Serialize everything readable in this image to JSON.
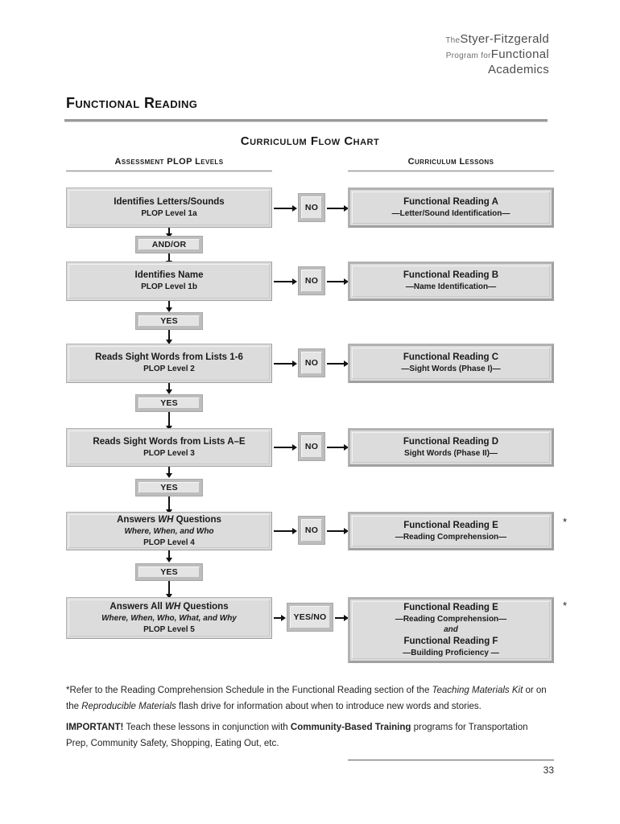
{
  "brand": {
    "line1_small": "The",
    "line1_big": "Styer-Fitzgerald",
    "line2_small": "Program for",
    "line2_big": "Functional",
    "line3_big": "Academics"
  },
  "header": {
    "page_title": "Functional Reading",
    "chart_title": "Curriculum Flow Chart",
    "column_left": "Assessment PLOP Levels",
    "column_right": "Curriculum Lessons"
  },
  "flow": {
    "assessments": [
      {
        "id": "plop-1a",
        "title": "Identifies Letters/Sounds",
        "level": "PLOP Level 1a",
        "italic_line": ""
      },
      {
        "id": "plop-1b",
        "title": "Identifies Name",
        "level": "PLOP Level 1b",
        "italic_line": ""
      },
      {
        "id": "plop-2",
        "title": "Reads Sight Words from Lists 1-6",
        "level": "PLOP Level 2",
        "italic_line": ""
      },
      {
        "id": "plop-3",
        "title": "Reads Sight Words from Lists A–E",
        "level": "PLOP Level 3",
        "italic_line": ""
      },
      {
        "id": "plop-4",
        "title_pre": "Answers ",
        "title_em": "WH",
        "title_post": " Questions",
        "italic_line": "Where, When, and Who",
        "level": "PLOP Level 4"
      },
      {
        "id": "plop-5",
        "title_pre": "Answers All ",
        "title_em": "WH",
        "title_post": " Questions",
        "italic_line": "Where, When, Who, What, and Why",
        "level": "PLOP Level 5"
      }
    ],
    "decisions": [
      {
        "id": "decision-1",
        "label": "NO"
      },
      {
        "id": "decision-2",
        "label": "NO"
      },
      {
        "id": "decision-3",
        "label": "NO"
      },
      {
        "id": "decision-4",
        "label": "NO"
      },
      {
        "id": "decision-5",
        "label": "NO"
      },
      {
        "id": "decision-6",
        "label": "YES/NO"
      }
    ],
    "connectors": [
      {
        "id": "connector-andor",
        "label": "AND/OR"
      },
      {
        "id": "connector-yes-1",
        "label": "YES"
      },
      {
        "id": "connector-yes-2",
        "label": "YES"
      },
      {
        "id": "connector-yes-3",
        "label": "YES"
      },
      {
        "id": "connector-yes-4",
        "label": "YES"
      }
    ],
    "lessons": [
      {
        "id": "lesson-a",
        "title": "Functional Reading A",
        "subtitle": "—Letter/Sound Identification—",
        "asterisk": ""
      },
      {
        "id": "lesson-b",
        "title": "Functional Reading B",
        "subtitle": "—Name Identification—",
        "asterisk": ""
      },
      {
        "id": "lesson-c",
        "title": "Functional Reading C",
        "subtitle": "—Sight Words (Phase I)—",
        "asterisk": ""
      },
      {
        "id": "lesson-d",
        "title": "Functional Reading D",
        "subtitle": "Sight Words (Phase II)—",
        "asterisk": ""
      },
      {
        "id": "lesson-e",
        "title": "Functional Reading E",
        "subtitle": "—Reading Comprehension—",
        "asterisk": "*"
      },
      {
        "id": "lesson-ef",
        "title": "Functional Reading E",
        "subtitle": "—Reading Comprehension—",
        "joiner": "and",
        "title2": "Functional Reading F",
        "subtitle2": "—Building Proficiency —",
        "asterisk": "*"
      }
    ]
  },
  "notes": {
    "note1": {
      "part1": "*Refer to the Reading Comprehension Schedule in the Functional Reading section of the ",
      "em1": "Teaching Materials Kit",
      "part2": " or on the ",
      "em2": "Reproducible Materials",
      "part3": " flash drive for information about when to introduce new words and stories."
    },
    "note2": {
      "bold1": "IMPORTANT!",
      "part1": " Teach these lessons in conjunction with ",
      "bold2": "Community-Based Training",
      "part2": " programs for Transportation Prep, Community Safety, Shopping, Eating Out, etc."
    }
  },
  "footer": {
    "page_number": "33"
  }
}
